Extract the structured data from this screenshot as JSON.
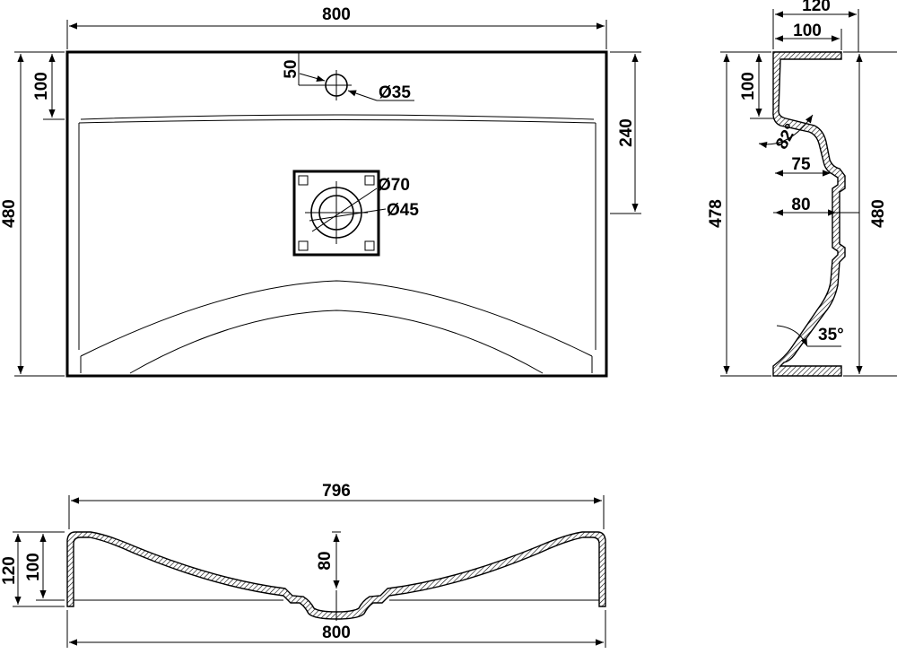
{
  "top_view": {
    "width_label": "800",
    "height_label": "480",
    "tap_offset_label": "100",
    "tap_hole_offset_label": "50",
    "tap_hole_diameter_label": "Ø35",
    "drain_offset_label": "240",
    "drain_outer_label": "Ø70",
    "drain_inner_label": "Ø45"
  },
  "side_view": {
    "total_depth_label": "120",
    "inner_depth_label": "100",
    "top_offset_label": "100",
    "angle_top_label": "82°",
    "mid_offset_label": "75",
    "drain_offset_label": "80",
    "inner_height_label": "478",
    "outer_height_label": "480",
    "angle_bottom_label": "35°"
  },
  "front_section": {
    "inner_width_label": "796",
    "outer_width_label": "800",
    "total_height_label": "120",
    "inner_height_label": "100",
    "bowl_depth_label": "80"
  }
}
